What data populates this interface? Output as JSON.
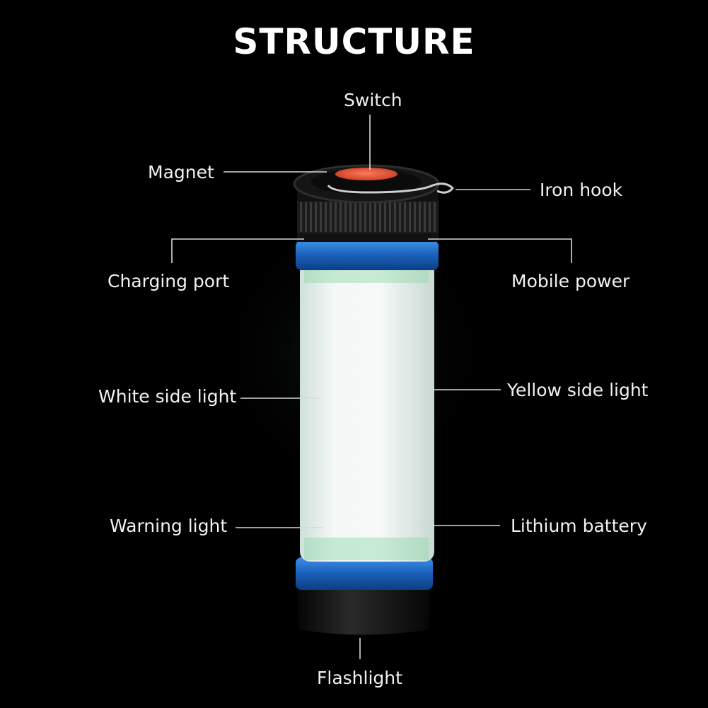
{
  "title": "STRUCTURE",
  "labels": {
    "switch": "Switch",
    "magnet": "Magnet",
    "iron_hook": "Iron hook",
    "charging_port": "Charging port",
    "mobile_power": "Mobile power",
    "white_side_light": "White side light",
    "yellow_side_light": "Yellow side light",
    "warning_light": "Warning light",
    "lithium_battery": "Lithium battery",
    "flashlight": "Flashlight"
  },
  "colors": {
    "background": "#000000",
    "text": "#ffffff",
    "leader_line": "#d8d8d8",
    "switch_button": "#e0543a",
    "ring_blue": "#1e6fd0",
    "lamp_body": "#eef5f2",
    "body_black": "#141414"
  }
}
